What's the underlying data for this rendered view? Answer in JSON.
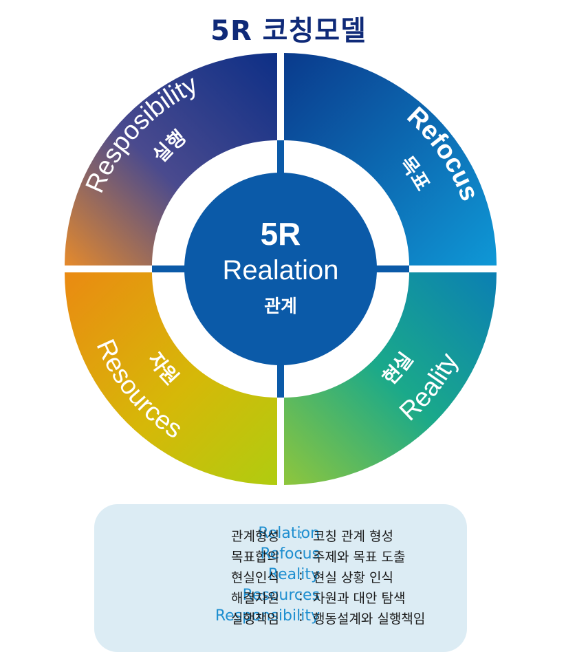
{
  "title": "5R 코칭모델",
  "center": {
    "top": "5R",
    "main": "Realation",
    "sub": "관계"
  },
  "segments": {
    "refocus": {
      "en": "Refocus",
      "ko": "목표"
    },
    "reality": {
      "en": "Reality",
      "ko": "현실"
    },
    "resources": {
      "en": "Resources",
      "ko": "자원"
    },
    "responsibility": {
      "en": "Resposibility",
      "ko": "실행"
    }
  },
  "colors": {
    "title": "#0f2a78",
    "center": "#0b5aa8",
    "refocus": [
      "#0a3a8c",
      "#0f98d6"
    ],
    "reality": [
      "#0b7fb3",
      "#1aa98a",
      "#8fc63c"
    ],
    "resources": [
      "#ea8a12",
      "#d6b808",
      "#b0cc10"
    ],
    "responsibility": [
      "#0d2f86",
      "#4a4a8e",
      "#e58a2c"
    ],
    "legend_bg": "#dcecf4",
    "legend_en": "#1f8fd0"
  },
  "legend": [
    {
      "en": "Relation",
      "ko": "관계형성",
      "desc": "코칭 관계 형성"
    },
    {
      "en": "Refocus",
      "ko": "목표합의",
      "desc": "주제와 목표 도출"
    },
    {
      "en": "Reality",
      "ko": "현실인식",
      "desc": "현실 상황 인식"
    },
    {
      "en": "Resources",
      "ko": "해결자원",
      "desc": "자원과 대안 탐색"
    },
    {
      "en": "Responsibility",
      "ko": "실행책임",
      "desc": "행동설계와 실행책임"
    }
  ],
  "legend_colon": ":"
}
